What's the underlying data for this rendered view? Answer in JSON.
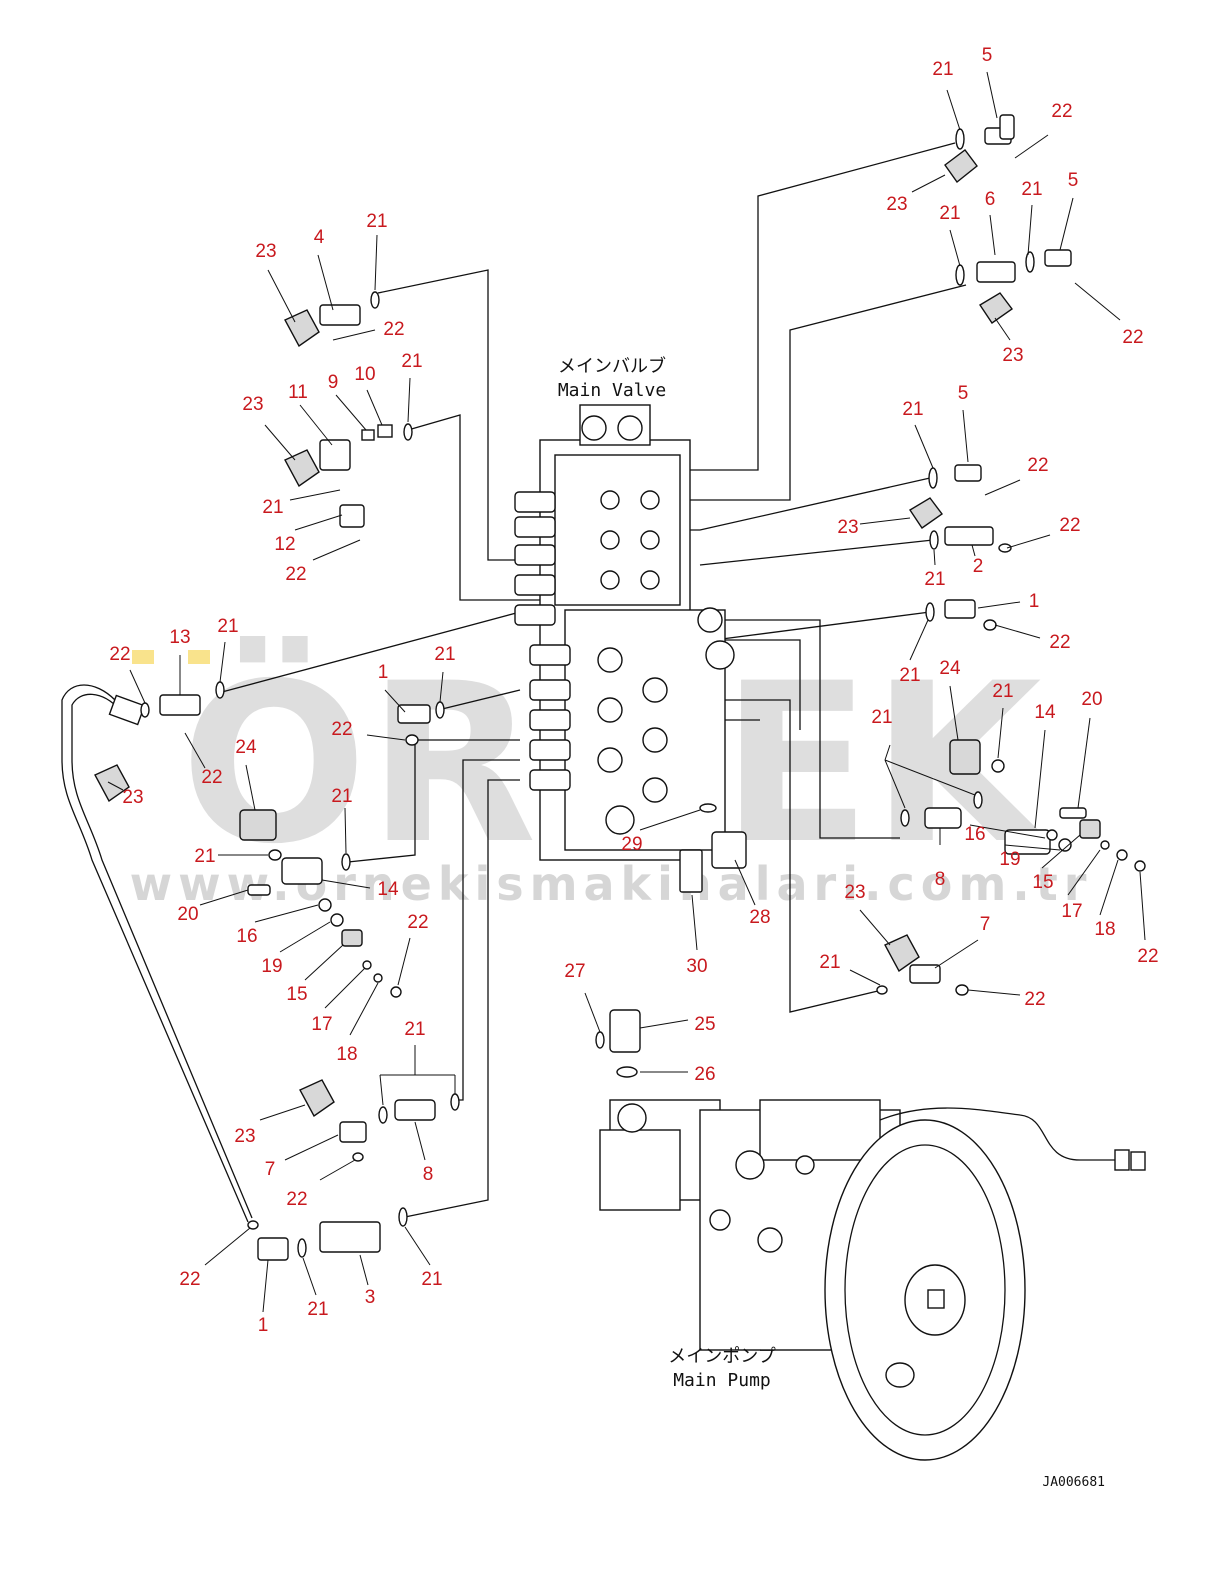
{
  "diagram": {
    "labels": {
      "main_valve_jp": "メインバルブ",
      "main_valve_en": "Main Valve",
      "main_pump_jp": "メインポンプ",
      "main_pump_en": "Main Pump",
      "drawing_code": "JA006681"
    },
    "watermark": {
      "brand": "ÖRNEK",
      "url": "www.ornekismakinalari.com.tr"
    },
    "colors": {
      "callout": "#c8191e",
      "line": "#111111",
      "watermark": "#8a8a8a",
      "logo_accent": "#f2c200"
    },
    "callouts": [
      "21",
      "5",
      "22",
      "23",
      "21",
      "6",
      "21",
      "5",
      "22",
      "23",
      "23",
      "4",
      "21",
      "22",
      "23",
      "11",
      "9",
      "10",
      "21",
      "21",
      "12",
      "22",
      "21",
      "5",
      "22",
      "23",
      "2",
      "22",
      "21",
      "1",
      "22",
      "21",
      "22",
      "13",
      "21",
      "23",
      "22",
      "1",
      "21",
      "22",
      "24",
      "21",
      "14",
      "20",
      "21",
      "24",
      "21",
      "14",
      "20",
      "21",
      "8",
      "16",
      "19",
      "15",
      "17",
      "18",
      "22",
      "23",
      "21",
      "7",
      "22",
      "16",
      "19",
      "15",
      "17",
      "18",
      "22",
      "21",
      "23",
      "7",
      "22",
      "8",
      "22",
      "1",
      "21",
      "3",
      "21",
      "29",
      "28",
      "30",
      "27",
      "25",
      "26"
    ]
  }
}
